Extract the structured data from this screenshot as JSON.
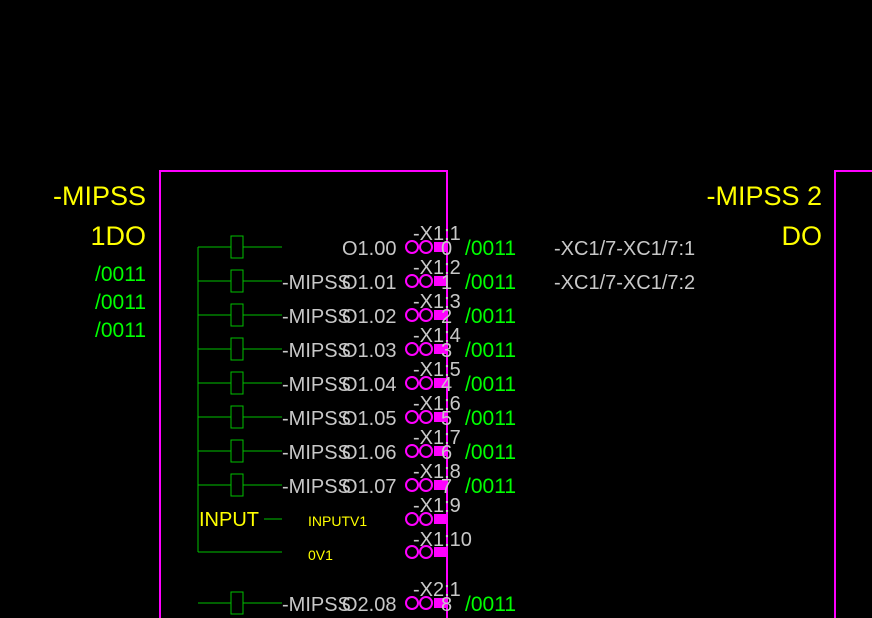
{
  "colors": {
    "background": "#000000",
    "module_frame": "#ff00ff",
    "module_name": "#ffff00",
    "wire_ref": "#00ff00",
    "terminal_label": "#c8c8c8",
    "io_symbol": "#00c000"
  },
  "modules": [
    {
      "name_line1": "-MIPSS",
      "name_line2": "1DO"
    },
    {
      "name_line1": "-MIPSS 2",
      "name_line2": "DO"
    }
  ],
  "left_refs": [
    "/0011",
    "/0011",
    "/0011"
  ],
  "channels": [
    {
      "coil": "",
      "signal": "O1.00",
      "terminal": "-X1:1",
      "pin": "0",
      "wire": "/0011",
      "xref": "-XC1/7-XC1/7:1"
    },
    {
      "coil": "-MIPSS",
      "signal": "O1.01",
      "terminal": "-X1:2",
      "pin": "1",
      "wire": "/0011",
      "xref": "-XC1/7-XC1/7:2"
    },
    {
      "coil": "-MIPSS",
      "signal": "O1.02",
      "terminal": "-X1:3",
      "pin": "2",
      "wire": "/0011",
      "xref": ""
    },
    {
      "coil": "-MIPSS",
      "signal": "O1.03",
      "terminal": "-X1:4",
      "pin": "3",
      "wire": "/0011",
      "xref": ""
    },
    {
      "coil": "-MIPSS",
      "signal": "O1.04",
      "terminal": "-X1:5",
      "pin": "4",
      "wire": "/0011",
      "xref": ""
    },
    {
      "coil": "-MIPSS",
      "signal": "O1.05",
      "terminal": "-X1:6",
      "pin": "5",
      "wire": "/0011",
      "xref": ""
    },
    {
      "coil": "-MIPSS",
      "signal": "O1.06",
      "terminal": "-X1:7",
      "pin": "6",
      "wire": "/0011",
      "xref": ""
    },
    {
      "coil": "-MIPSS",
      "signal": "O1.07",
      "terminal": "-X1:8",
      "pin": "7",
      "wire": "/0011",
      "xref": ""
    }
  ],
  "input_block": {
    "label": "INPUT",
    "pin_a": "INPUTV1",
    "pin_b": "0V1",
    "terminal_a": "-X1:9",
    "terminal_b": "-X1:10"
  },
  "channel_next": {
    "coil": "-MIPSS",
    "signal": "O2.08",
    "terminal": "-X2:1",
    "pin": "8",
    "wire": "/0011"
  }
}
